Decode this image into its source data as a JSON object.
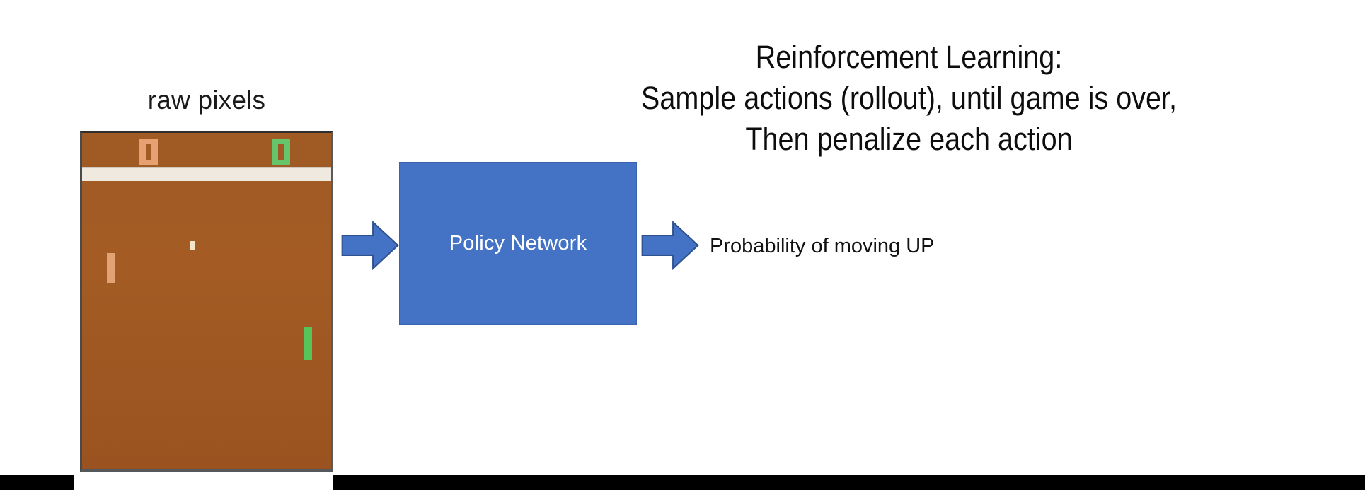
{
  "slide": {
    "background_color": "#ffffff",
    "title": {
      "line1": "Reinforcement Learning:",
      "line2": "Sample actions (rollout), until game is over,",
      "line3": "Then penalize each action"
    },
    "input_caption": "raw pixels",
    "policy_box": {
      "label": "Policy Network",
      "fill_color": "#4472C4",
      "text_color": "#ffffff"
    },
    "output_label": "Probability of moving UP",
    "arrows": {
      "input_arrow_name": "right-arrow",
      "output_arrow_name": "right-arrow",
      "fill_color": "#4472C4",
      "stroke_color": "#2f528f"
    },
    "game": {
      "name": "pong-screenshot",
      "field_color": "#a05a23",
      "band_color": "#efe9e0",
      "score_left_color": "#e6a071",
      "score_right_color": "#66c46a",
      "paddle_left_color": "#e3a273",
      "paddle_right_color": "#57c45b",
      "ball_color": "#f3e6c9",
      "border_color": "#55595c"
    },
    "footer_bar_color": "#000000",
    "ghost_text": ""
  }
}
